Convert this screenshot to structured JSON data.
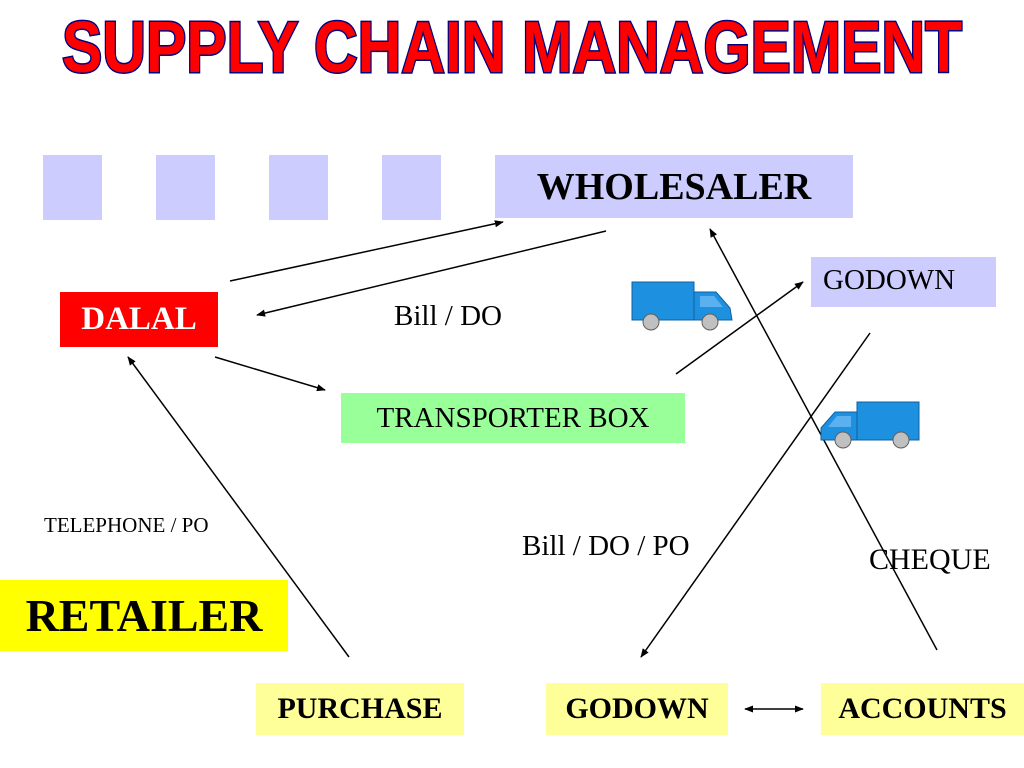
{
  "title": "SUPPLY CHAIN MANAGEMENT",
  "nodes": {
    "wholesaler": "WHOLESALER",
    "godown_top": "GODOWN",
    "dalal": "DALAL",
    "transporter_box": "TRANSPORTER BOX",
    "retailer": "RETAILER",
    "purchase": "PURCHASE",
    "godown_bottom": "GODOWN",
    "accounts": "ACCOUNTS"
  },
  "labels": {
    "bill_do": "Bill / DO",
    "bill_do_po": "Bill / DO / PO",
    "cheque": "CHEQUE",
    "telephone_po": "TELEPHONE / PO"
  },
  "colors": {
    "title_fill": "#ff0000",
    "title_outline": "#000080",
    "lavender": "#ccccff",
    "dalal": "#ff0000",
    "transporter": "#99ff99",
    "retailer": "#ffff00",
    "department": "#ffff99",
    "truck": "#1e90e0"
  },
  "icons": [
    "truck-icon",
    "truck-icon"
  ]
}
